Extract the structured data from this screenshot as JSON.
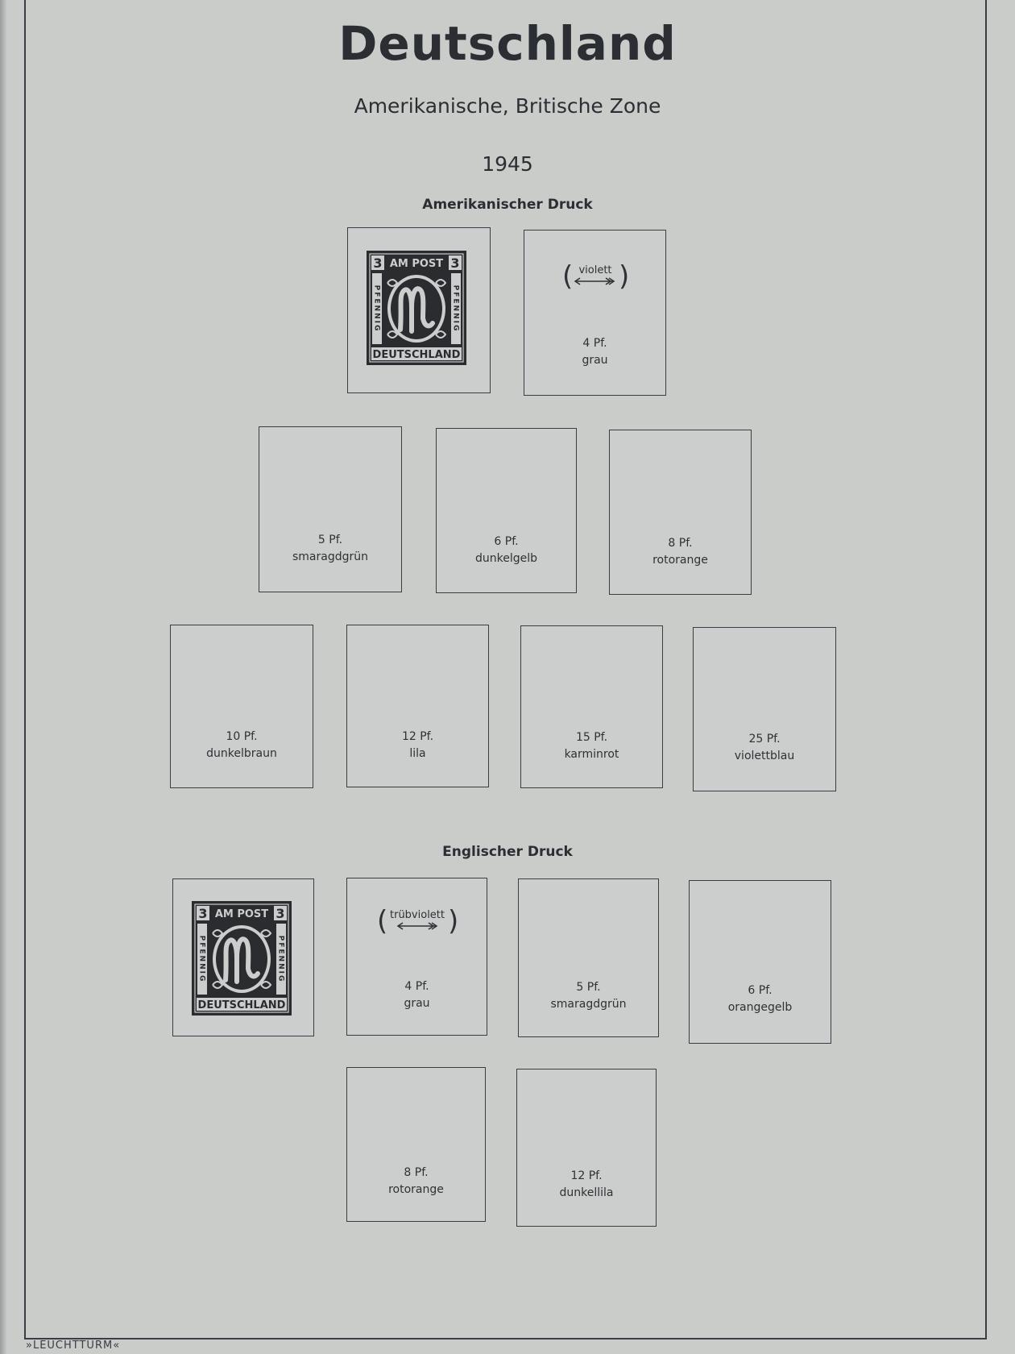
{
  "page": {
    "title": "Deutschland",
    "subtitle": "Amerikanische, Britische Zone",
    "year": "1945",
    "footer": "»LEUCHTTURM«"
  },
  "sections": [
    {
      "label": "Amerikanischer Druck"
    },
    {
      "label": "Englischer Druck"
    }
  ],
  "stamp": {
    "top_value": "3",
    "top_text": "AM POST",
    "side_text": "PFENNIG",
    "bottom_text": "DEUTSCHLAND",
    "ink": "#2a2c30"
  },
  "slots": [
    {
      "value": "",
      "color": ""
    },
    {
      "value": "4 Pf.",
      "color": "grau",
      "note": "violett"
    },
    {
      "value": "5 Pf.",
      "color": "smaragdgrün"
    },
    {
      "value": "6 Pf.",
      "color": "dunkelgelb"
    },
    {
      "value": "8 Pf.",
      "color": "rotorange"
    },
    {
      "value": "10 Pf.",
      "color": "dunkelbraun"
    },
    {
      "value": "12 Pf.",
      "color": "lila"
    },
    {
      "value": "15 Pf.",
      "color": "karminrot"
    },
    {
      "value": "25 Pf.",
      "color": "violettblau"
    },
    {
      "value": "",
      "color": ""
    },
    {
      "value": "4 Pf.",
      "color": "grau",
      "note": "trübviolett"
    },
    {
      "value": "5 Pf.",
      "color": "smaragdgrün"
    },
    {
      "value": "6 Pf.",
      "color": "orangegelb"
    },
    {
      "value": "8 Pf.",
      "color": "rotorange"
    },
    {
      "value": "12 Pf.",
      "color": "dunkellila"
    }
  ]
}
